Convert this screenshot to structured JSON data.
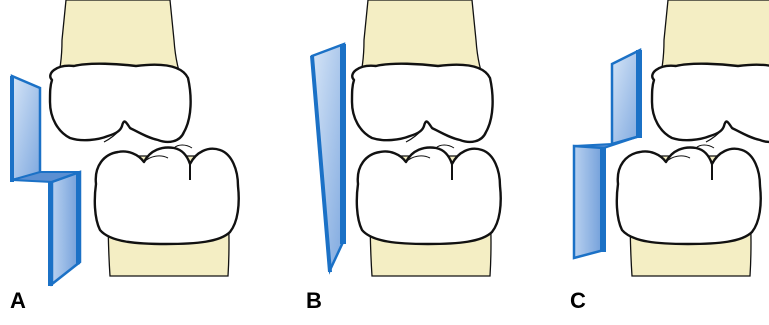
{
  "panels": [
    {
      "label": "A"
    },
    {
      "label": "B"
    },
    {
      "label": "C"
    }
  ],
  "colors": {
    "root": "#f4eec4",
    "root_stroke": "#b7b07f",
    "crown": "#ffffff",
    "outline": "#111111",
    "plate_light": "#c9dcf3",
    "plate_mid": "#8fb4e4",
    "plate_dark": "#5b8fd2",
    "plate_edge": "#1b71c6"
  },
  "icons": [
    "upper-tooth-icon",
    "lower-tooth-icon",
    "stepped-plate-icon",
    "flat-plate-icon"
  ]
}
